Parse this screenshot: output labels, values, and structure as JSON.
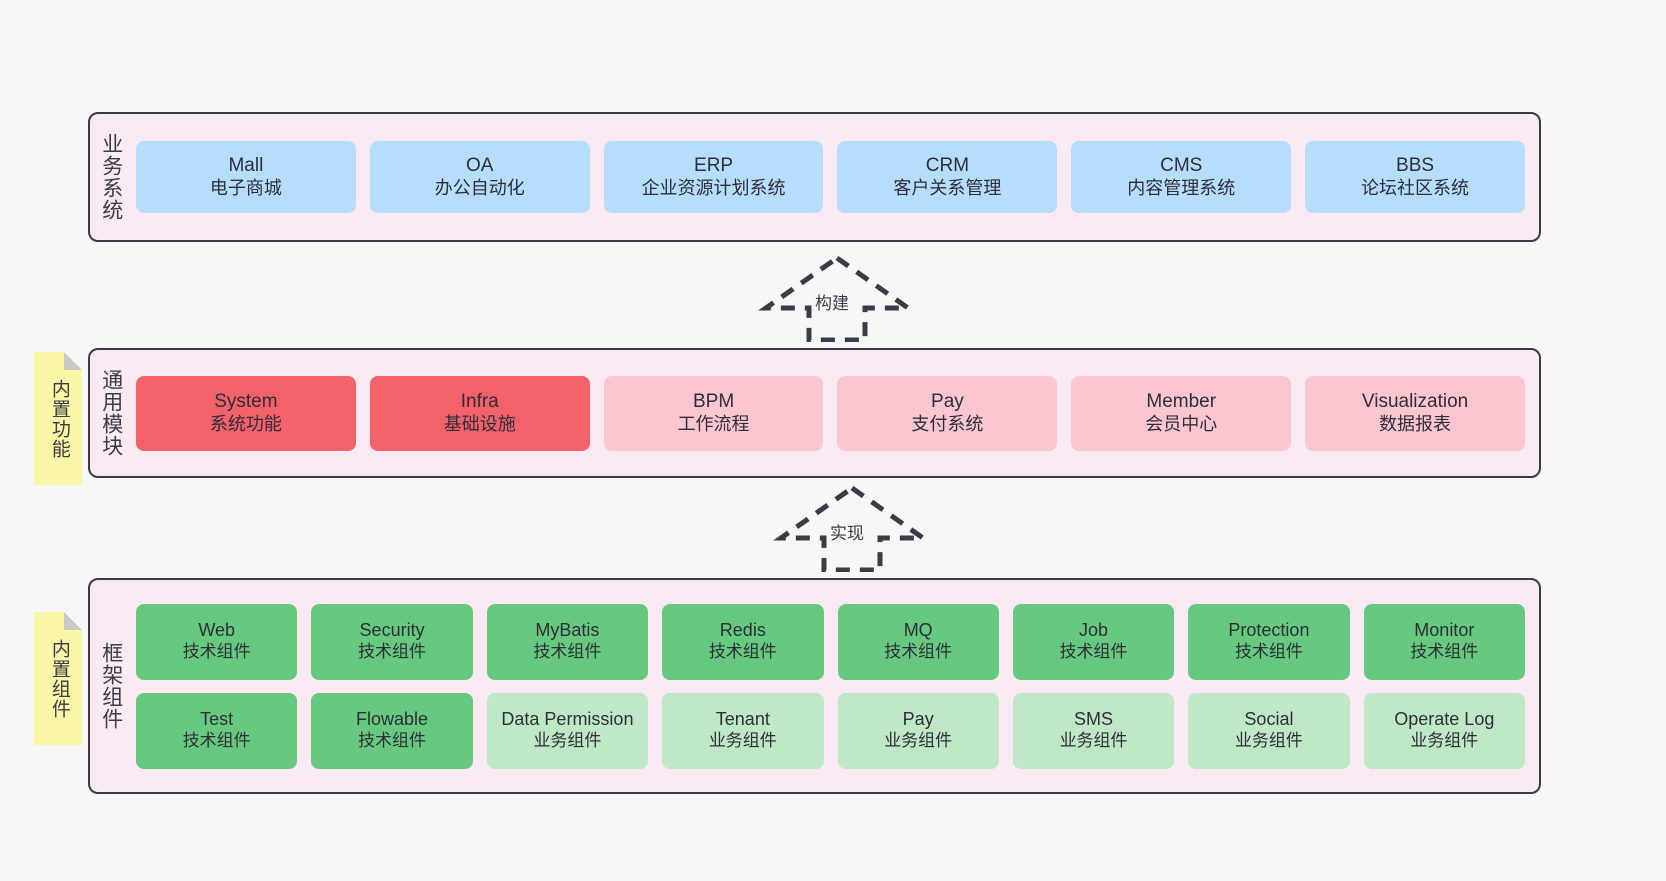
{
  "diagram": {
    "title_note_features": "内置功能",
    "title_note_components": "内置组件",
    "arrows": [
      {
        "name": "build",
        "label": "构建"
      },
      {
        "name": "implement",
        "label": "实现"
      }
    ]
  },
  "layers": [
    {
      "key": "business",
      "title": "业务系统",
      "color": "#b6ddfb",
      "rows": [
        [
          {
            "en": "Mall",
            "cn": "电子商城",
            "variant": "c-blue"
          },
          {
            "en": "OA",
            "cn": "办公自动化",
            "variant": "c-blue"
          },
          {
            "en": "ERP",
            "cn": "企业资源计划系统",
            "variant": "c-blue"
          },
          {
            "en": "CRM",
            "cn": "客户关系管理",
            "variant": "c-blue"
          },
          {
            "en": "CMS",
            "cn": "内容管理系统",
            "variant": "c-blue"
          },
          {
            "en": "BBS",
            "cn": "论坛社区系统",
            "variant": "c-blue"
          }
        ]
      ]
    },
    {
      "key": "modules",
      "title": "通用模块",
      "color": "#f3626b",
      "rows": [
        [
          {
            "en": "System",
            "cn": "系统功能",
            "variant": "c-red"
          },
          {
            "en": "Infra",
            "cn": "基础设施",
            "variant": "c-red"
          },
          {
            "en": "BPM",
            "cn": "工作流程",
            "variant": "c-pink"
          },
          {
            "en": "Pay",
            "cn": "支付系统",
            "variant": "c-pink"
          },
          {
            "en": "Member",
            "cn": "会员中心",
            "variant": "c-pink"
          },
          {
            "en": "Visualization",
            "cn": "数据报表",
            "variant": "c-pink"
          }
        ]
      ]
    },
    {
      "key": "framework",
      "title": "框架组件",
      "color": "#66c97f",
      "rows": [
        [
          {
            "en": "Web",
            "cn": "技术组件",
            "variant": "c-green"
          },
          {
            "en": "Security",
            "cn": "技术组件",
            "variant": "c-green"
          },
          {
            "en": "MyBatis",
            "cn": "技术组件",
            "variant": "c-green"
          },
          {
            "en": "Redis",
            "cn": "技术组件",
            "variant": "c-green"
          },
          {
            "en": "MQ",
            "cn": "技术组件",
            "variant": "c-green"
          },
          {
            "en": "Job",
            "cn": "技术组件",
            "variant": "c-green"
          },
          {
            "en": "Protection",
            "cn": "技术组件",
            "variant": "c-green"
          },
          {
            "en": "Monitor",
            "cn": "技术组件",
            "variant": "c-green"
          }
        ],
        [
          {
            "en": "Test",
            "cn": "技术组件",
            "variant": "c-green"
          },
          {
            "en": "Flowable",
            "cn": "技术组件",
            "variant": "c-green"
          },
          {
            "en": "Data Permission",
            "cn": "业务组件",
            "variant": "c-greenlite"
          },
          {
            "en": "Tenant",
            "cn": "业务组件",
            "variant": "c-greenlite"
          },
          {
            "en": "Pay",
            "cn": "业务组件",
            "variant": "c-greenlite"
          },
          {
            "en": "SMS",
            "cn": "业务组件",
            "variant": "c-greenlite"
          },
          {
            "en": "Social",
            "cn": "业务组件",
            "variant": "c-greenlite"
          },
          {
            "en": "Operate Log",
            "cn": "业务组件",
            "variant": "c-greenlite"
          }
        ]
      ]
    }
  ],
  "colors": {
    "background": "#f7f7f7",
    "layer_fill": "#f9eaf4",
    "layer_border": "#3b3b47",
    "note_fill": "#fbf7a6",
    "note_fold": "#c9c9c9",
    "blue": "#b6ddfb",
    "red": "#f3626b",
    "pink": "#fcc6d1",
    "green": "#66c97f",
    "green_light": "#bfe8c7",
    "text": "#2e2e38"
  }
}
